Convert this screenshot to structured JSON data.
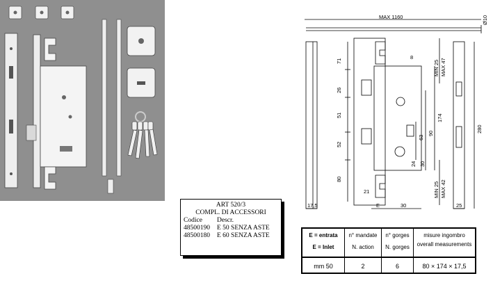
{
  "spec_card": {
    "art": "ART 520/3",
    "subtitle": "COMPL. DI ACCESSORI",
    "header_code": "Codice",
    "header_desc": "Descr.",
    "items": [
      {
        "code": "48500190",
        "desc": "E 50 SENZA ASTE"
      },
      {
        "code": "48500180",
        "desc": "E 60 SENZA ASTE"
      }
    ]
  },
  "drawing": {
    "max_length": "MAX 1160",
    "rod_diameter": "Ø10",
    "dim_71": "71",
    "dim_26": "26",
    "dim_51": "51",
    "dim_52": "52",
    "dim_80": "80",
    "dim_21": "21",
    "dim_17_5": "17,5",
    "dim_e": "E",
    "dim_30": "30",
    "dim_25": "25",
    "dim_280": "280",
    "dim_174": "174",
    "dim_90": "90",
    "dim_63": "63",
    "dim_24": "24",
    "dim_30b": "30",
    "dim_8": "8",
    "min25_top": "MIN 25",
    "max47_top": "MAX 47",
    "min25_bot": "MIN 25",
    "max42_bot": "MAX 42"
  },
  "table": {
    "c1_top": "E = entrata",
    "c1_bot": "E = Inlet",
    "c2_top": "n° mandate",
    "c2_bot": "N. action",
    "c3_top": "n° gorges",
    "c3_bot": "N. gorges",
    "c4_top": "misure ingombro",
    "c4_bot": "overall measurements",
    "v1": "mm 50",
    "v2": "2",
    "v3": "6",
    "v4": "80 × 174 × 17,5"
  }
}
